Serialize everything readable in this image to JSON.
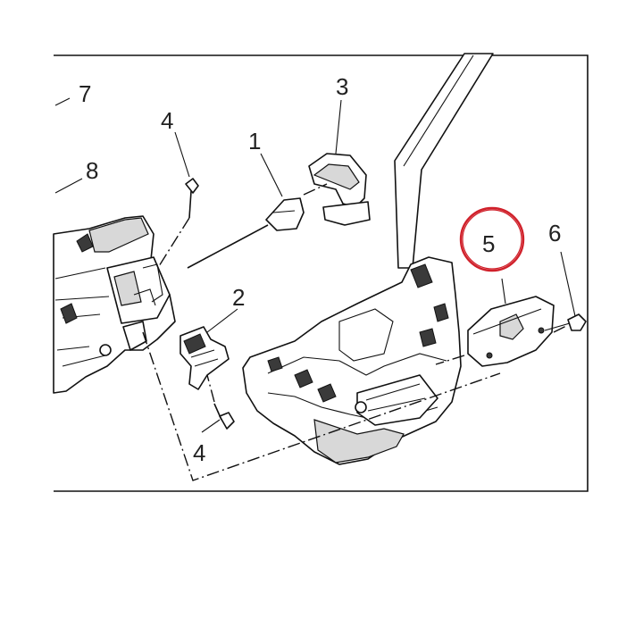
{
  "diagram": {
    "callouts": [
      {
        "id": "c7",
        "text": "7"
      },
      {
        "id": "c4a",
        "text": "4"
      },
      {
        "id": "c1",
        "text": "1"
      },
      {
        "id": "c3",
        "text": "3"
      },
      {
        "id": "c8",
        "text": "8"
      },
      {
        "id": "c2",
        "text": "2"
      },
      {
        "id": "c5",
        "text": "5"
      },
      {
        "id": "c6",
        "text": "6"
      },
      {
        "id": "c4b",
        "text": "4"
      }
    ],
    "highlight": {
      "callout": "5",
      "color": "#d0202a"
    },
    "colors": {
      "line": "#111111",
      "background": "#ffffff",
      "shade": "#d8d8d8"
    }
  }
}
